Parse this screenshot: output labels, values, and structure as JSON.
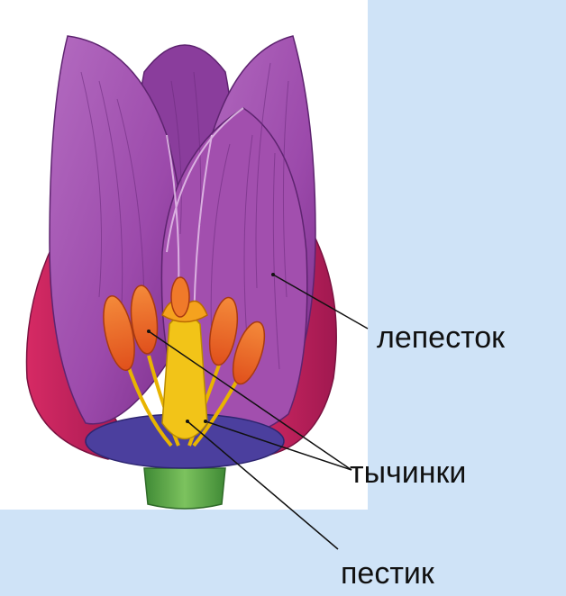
{
  "diagram": {
    "subject": "tulip-flower-cross-section",
    "labels": {
      "petal": "лепесток",
      "stamens": "тычинки",
      "pistil": "пестик"
    },
    "colors": {
      "background": "#cfe3f7",
      "panel": "#ffffff",
      "petal_main": "#a24fae",
      "petal_dark": "#7b2f8c",
      "petal_outer": "#c2185b",
      "stamen": "#f26a2a",
      "pistil": "#f2c418",
      "receptacle": "#4b3f9e",
      "stem": "#5aa646",
      "pointer": "#111111"
    }
  }
}
